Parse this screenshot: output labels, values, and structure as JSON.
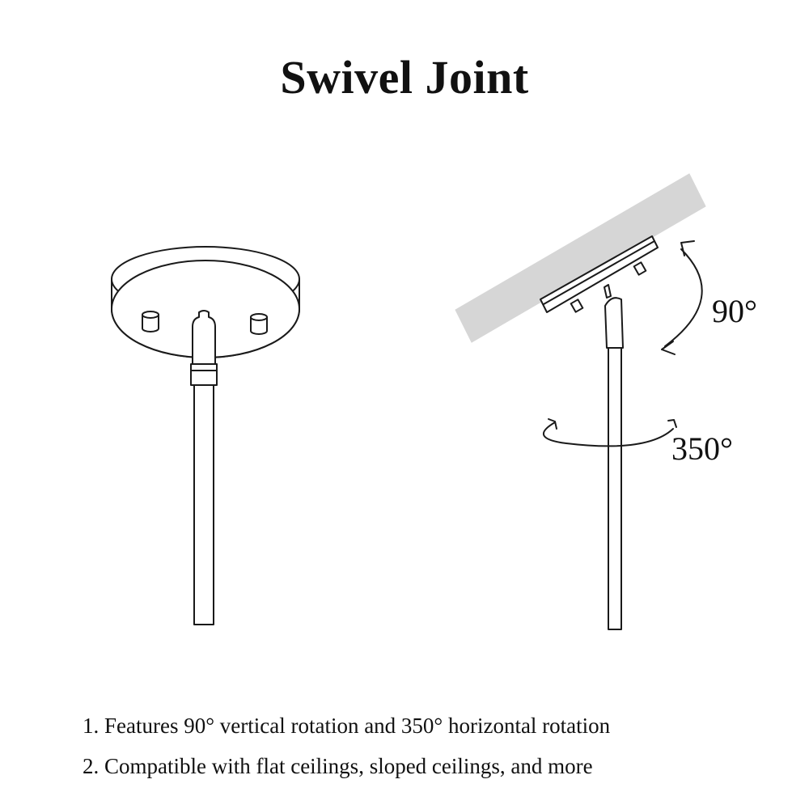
{
  "title": "Swivel Joint",
  "labels": {
    "vertical_angle": "90°",
    "horizontal_angle": "350°"
  },
  "features": [
    "1. Features 90° vertical rotation and 350° horizontal rotation",
    "2. Compatible with flat ceilings, sloped ceilings, and more"
  ],
  "colors": {
    "line": "#1a1a1a",
    "ceiling": "#d6d6d6",
    "background": "#ffffff"
  }
}
